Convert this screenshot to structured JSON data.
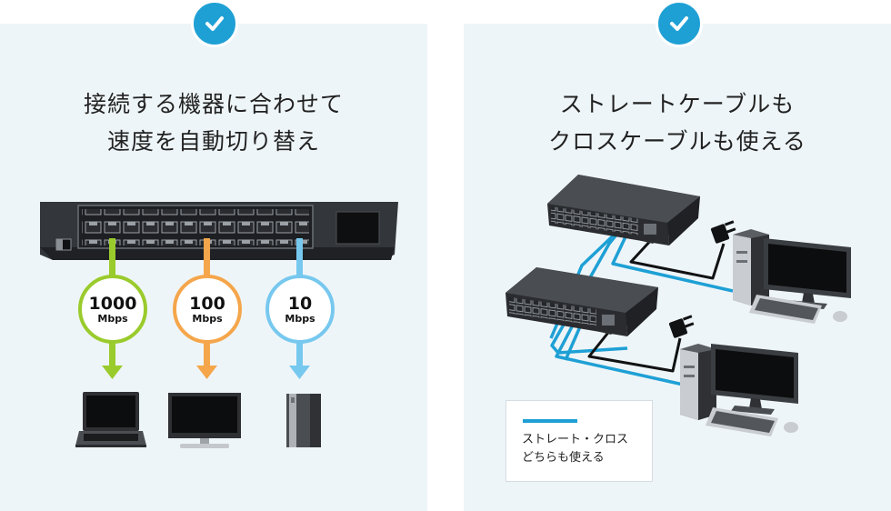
{
  "left_panel": {
    "title_line1": "接続する機器に合わせて",
    "title_line2": "速度を自動切り替え",
    "speeds": [
      {
        "value": "1000",
        "unit": "Mbps",
        "color": "#9acb2c",
        "device": "laptop-icon"
      },
      {
        "value": "100",
        "unit": "Mbps",
        "color": "#f5a64b",
        "device": "monitor-icon"
      },
      {
        "value": "10",
        "unit": "Mbps",
        "color": "#77c8ef",
        "device": "console-icon"
      }
    ]
  },
  "right_panel": {
    "title_line1": "ストレートケーブルも",
    "title_line2": "クロスケーブルも使える",
    "legend_line1": "ストレート・クロス",
    "legend_line2": "どちらも使える"
  },
  "colors": {
    "panel_bg": "#eef5f8",
    "accent": "#1ea0d5",
    "device_dark": "#3b3e42"
  }
}
